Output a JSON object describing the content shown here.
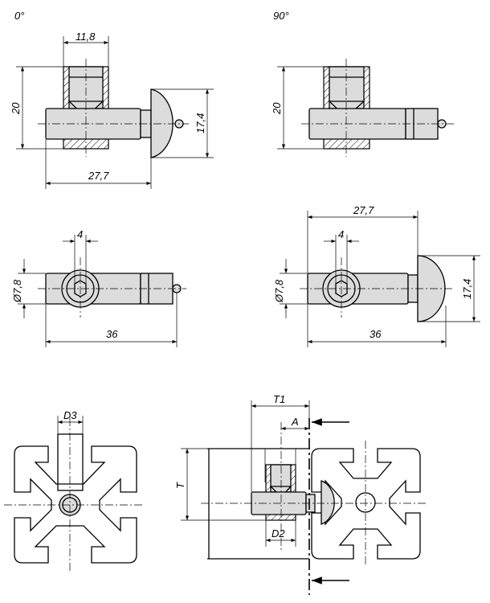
{
  "views": {
    "view_0": {
      "label": "0°",
      "dim_width": "11,8",
      "dim_height": "20",
      "dim_length": "27,7",
      "dim_head": "17,4"
    },
    "view_90": {
      "label": "90°",
      "dim_height": "20"
    },
    "top_left": {
      "dim_hex": "4",
      "dim_dia": "Ø7,8",
      "dim_length": "36"
    },
    "top_right": {
      "dim_top": "27,7",
      "dim_hex": "4",
      "dim_dia": "Ø7,8",
      "dim_head": "17,4",
      "dim_length": "36"
    },
    "profile_left": {
      "dim": "D3"
    },
    "profile_right": {
      "dim_t1": "T1",
      "dim_a": "A",
      "dim_t": "T",
      "dim_d2": "D2"
    }
  }
}
